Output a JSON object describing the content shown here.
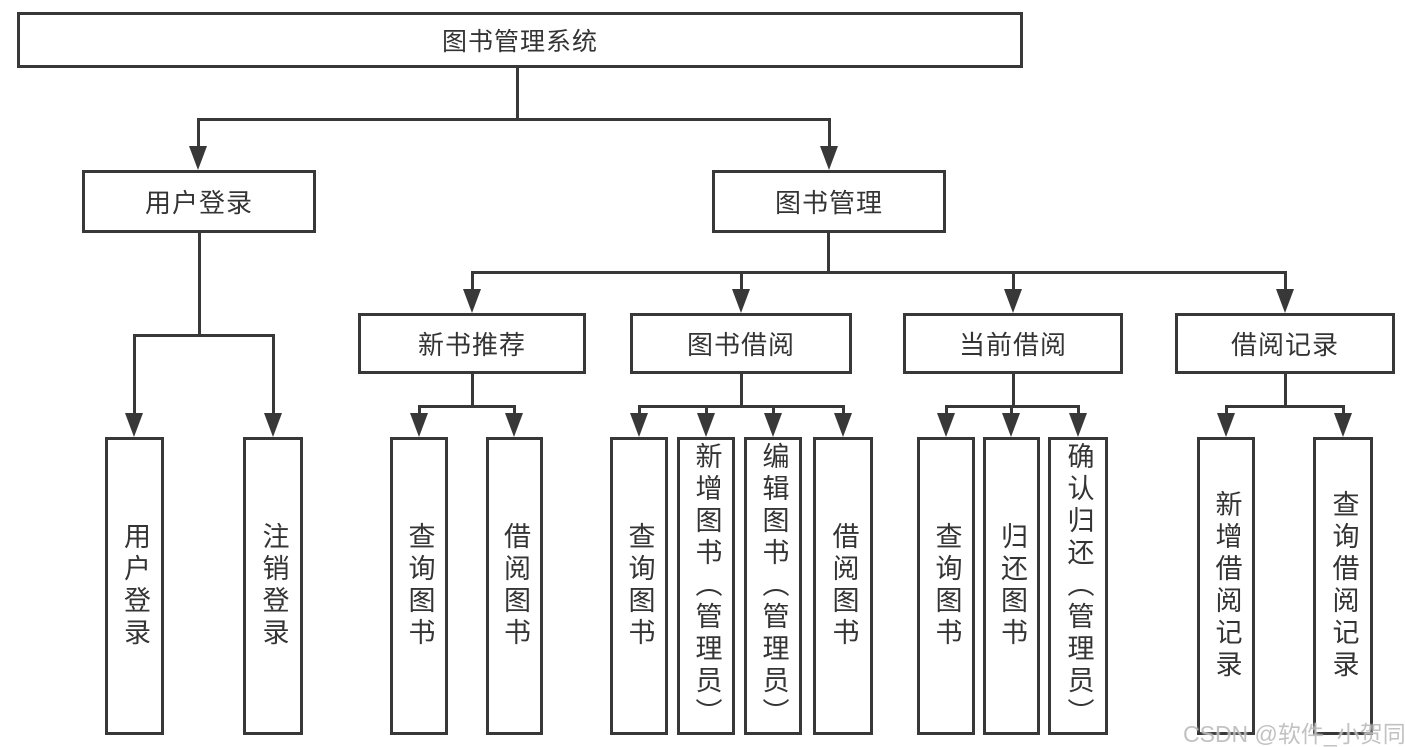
{
  "diagram_title": "图书管理系统",
  "colors": {
    "background": "#ffffff",
    "line": "#383838",
    "text": "#343434",
    "watermark": "#bdbdbd"
  },
  "nodes": {
    "root": "图书管理系统",
    "user_login": "用户登录",
    "book_management": "图书管理",
    "new_book_recommend": "新书推荐",
    "book_borrowing": "图书借阅",
    "current_borrowing": "当前借阅",
    "borrowing_records": "借阅记录"
  },
  "leaves": {
    "user_login": [
      "用户登录",
      "注销登录"
    ],
    "new_book_recommend": [
      "查询图书",
      "借阅图书"
    ],
    "book_borrowing": [
      "查询图书",
      "新增图书（管理员）",
      "编辑图书（管理员）",
      "借阅图书"
    ],
    "current_borrowing": [
      "查询图书",
      "归还图书",
      "确认归还（管理员）"
    ],
    "borrowing_records": [
      "新增借阅记录",
      "查询借阅记录"
    ]
  },
  "watermark": "CSDN @软件_小贺同学"
}
